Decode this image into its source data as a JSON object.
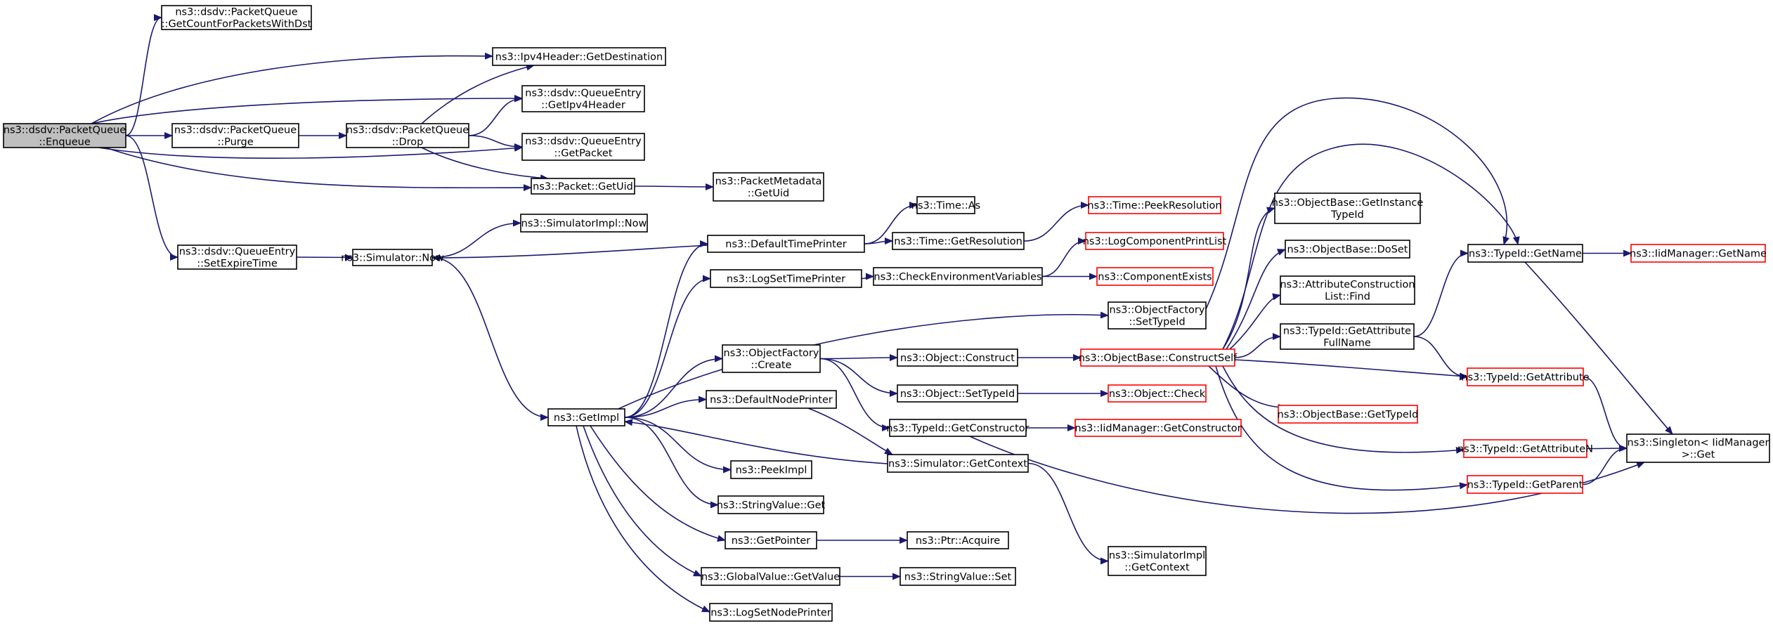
{
  "diagram": {
    "colors": {
      "edge": "#191970",
      "node_border": "#000000",
      "node_fill": "#ffffff",
      "truncated_border": "#ff0000",
      "root_fill": "#bfbfbf"
    },
    "nodes": [
      {
        "id": "enqueue",
        "lines": [
          "ns3::dsdv::PacketQueue",
          "::Enqueue"
        ],
        "style": "root"
      },
      {
        "id": "getcount",
        "lines": [
          "ns3::dsdv::PacketQueue",
          "::GetCountForPacketsWithDst"
        ]
      },
      {
        "id": "ipv4dest",
        "lines": [
          "ns3::Ipv4Header::GetDestination"
        ]
      },
      {
        "id": "qe_getipv4",
        "lines": [
          "ns3::dsdv::QueueEntry",
          "::GetIpv4Header"
        ]
      },
      {
        "id": "purge",
        "lines": [
          "ns3::dsdv::PacketQueue",
          "::Purge"
        ]
      },
      {
        "id": "drop",
        "lines": [
          "ns3::dsdv::PacketQueue",
          "::Drop"
        ]
      },
      {
        "id": "qe_getpacket",
        "lines": [
          "ns3::dsdv::QueueEntry",
          "::GetPacket"
        ]
      },
      {
        "id": "packet_getuid",
        "lines": [
          "ns3::Packet::GetUid"
        ]
      },
      {
        "id": "pmeta_getuid",
        "lines": [
          "ns3::PacketMetadata",
          "::GetUid"
        ]
      },
      {
        "id": "simimpl_now",
        "lines": [
          "ns3::SimulatorImpl::Now"
        ]
      },
      {
        "id": "setexpire",
        "lines": [
          "ns3::dsdv::QueueEntry",
          "::SetExpireTime"
        ]
      },
      {
        "id": "sim_now",
        "lines": [
          "ns3::Simulator::Now"
        ]
      },
      {
        "id": "defaulttime",
        "lines": [
          "ns3::DefaultTimePrinter"
        ]
      },
      {
        "id": "time_as",
        "lines": [
          "ns3::Time::As"
        ]
      },
      {
        "id": "time_getres",
        "lines": [
          "ns3::Time::GetResolution"
        ]
      },
      {
        "id": "time_peekres",
        "lines": [
          "ns3::Time::PeekResolution"
        ],
        "style": "truncated"
      },
      {
        "id": "logsettime",
        "lines": [
          "ns3::LogSetTimePrinter"
        ]
      },
      {
        "id": "checkenv",
        "lines": [
          "ns3::CheckEnvironmentVariables"
        ]
      },
      {
        "id": "logcomplist",
        "lines": [
          "ns3::LogComponentPrintList"
        ],
        "style": "truncated"
      },
      {
        "id": "compexists",
        "lines": [
          "ns3::ComponentExists"
        ],
        "style": "truncated"
      },
      {
        "id": "of_settypeid",
        "lines": [
          "ns3::ObjectFactory",
          "::SetTypeId"
        ]
      },
      {
        "id": "getimpl",
        "lines": [
          "ns3::GetImpl"
        ]
      },
      {
        "id": "of_create",
        "lines": [
          "ns3::ObjectFactory",
          "::Create"
        ]
      },
      {
        "id": "obj_construct",
        "lines": [
          "ns3::Object::Construct"
        ]
      },
      {
        "id": "ob_constructself",
        "lines": [
          "ns3::ObjectBase::ConstructSelf"
        ],
        "style": "truncated"
      },
      {
        "id": "obj_settypeid",
        "lines": [
          "ns3::Object::SetTypeId"
        ]
      },
      {
        "id": "obj_check",
        "lines": [
          "ns3::Object::Check"
        ],
        "style": "truncated"
      },
      {
        "id": "defaultnode",
        "lines": [
          "ns3::DefaultNodePrinter"
        ]
      },
      {
        "id": "tid_getconstructor",
        "lines": [
          "ns3::TypeId::GetConstructor"
        ]
      },
      {
        "id": "iid_getconstructor",
        "lines": [
          "ns3::IidManager::GetConstructor"
        ],
        "style": "truncated"
      },
      {
        "id": "sim_getcontext",
        "lines": [
          "ns3::Simulator::GetContext"
        ]
      },
      {
        "id": "peekimpl",
        "lines": [
          "ns3::PeekImpl"
        ]
      },
      {
        "id": "stringvalue_get",
        "lines": [
          "ns3::StringValue::Get"
        ]
      },
      {
        "id": "getpointer",
        "lines": [
          "ns3::GetPointer"
        ]
      },
      {
        "id": "ptr_acquire",
        "lines": [
          "ns3::Ptr::Acquire"
        ]
      },
      {
        "id": "gv_getvalue",
        "lines": [
          "ns3::GlobalValue::GetValue"
        ]
      },
      {
        "id": "stringvalue_set",
        "lines": [
          "ns3::StringValue::Set"
        ]
      },
      {
        "id": "logsetnode",
        "lines": [
          "ns3::LogSetNodePrinter"
        ]
      },
      {
        "id": "simimpl_getcontext",
        "lines": [
          "ns3::SimulatorImpl",
          "::GetContext"
        ]
      },
      {
        "id": "ob_getinstance",
        "lines": [
          "ns3::ObjectBase::GetInstance",
          "TypeId"
        ]
      },
      {
        "id": "ob_doset",
        "lines": [
          "ns3::ObjectBase::DoSet"
        ]
      },
      {
        "id": "acl_find",
        "lines": [
          "ns3::AttributeConstruction",
          "List::Find"
        ]
      },
      {
        "id": "tid_getattrfull",
        "lines": [
          "ns3::TypeId::GetAttribute",
          "FullName"
        ]
      },
      {
        "id": "ob_gettypeid",
        "lines": [
          "ns3::ObjectBase::GetTypeId"
        ],
        "style": "truncated"
      },
      {
        "id": "tid_getname",
        "lines": [
          "ns3::TypeId::GetName"
        ]
      },
      {
        "id": "iid_getname",
        "lines": [
          "ns3::IidManager::GetName"
        ],
        "style": "truncated"
      },
      {
        "id": "tid_getattribute",
        "lines": [
          "ns3::TypeId::GetAttribute"
        ],
        "style": "truncated"
      },
      {
        "id": "tid_getattrn",
        "lines": [
          "ns3::TypeId::GetAttributeN"
        ],
        "style": "truncated"
      },
      {
        "id": "tid_getparent",
        "lines": [
          "ns3::TypeId::GetParent"
        ],
        "style": "truncated"
      },
      {
        "id": "singleton_get",
        "lines": [
          "ns3::Singleton< IidManager",
          ">::Get"
        ]
      }
    ],
    "edges": [
      [
        "enqueue",
        "getcount"
      ],
      [
        "enqueue",
        "ipv4dest"
      ],
      [
        "enqueue",
        "qe_getipv4"
      ],
      [
        "enqueue",
        "purge"
      ],
      [
        "enqueue",
        "qe_getpacket"
      ],
      [
        "enqueue",
        "packet_getuid"
      ],
      [
        "enqueue",
        "setexpire"
      ],
      [
        "purge",
        "drop"
      ],
      [
        "drop",
        "ipv4dest"
      ],
      [
        "drop",
        "qe_getipv4"
      ],
      [
        "drop",
        "qe_getpacket"
      ],
      [
        "drop",
        "packet_getuid"
      ],
      [
        "packet_getuid",
        "pmeta_getuid"
      ],
      [
        "setexpire",
        "sim_now"
      ],
      [
        "sim_now",
        "simimpl_now"
      ],
      [
        "sim_now",
        "getimpl"
      ],
      [
        "defaulttime",
        "sim_now"
      ],
      [
        "defaulttime",
        "time_as"
      ],
      [
        "defaulttime",
        "time_getres"
      ],
      [
        "time_getres",
        "time_peekres"
      ],
      [
        "logsettime",
        "checkenv"
      ],
      [
        "checkenv",
        "logcomplist"
      ],
      [
        "checkenv",
        "compexists"
      ],
      [
        "of_settypeid",
        "tid_getname"
      ],
      [
        "getimpl",
        "defaulttime"
      ],
      [
        "getimpl",
        "logsettime"
      ],
      [
        "getimpl",
        "of_settypeid"
      ],
      [
        "getimpl",
        "of_create"
      ],
      [
        "getimpl",
        "defaultnode"
      ],
      [
        "getimpl",
        "peekimpl"
      ],
      [
        "getimpl",
        "stringvalue_get"
      ],
      [
        "getimpl",
        "getpointer"
      ],
      [
        "getimpl",
        "gv_getvalue"
      ],
      [
        "getimpl",
        "logsetnode"
      ],
      [
        "of_create",
        "obj_construct"
      ],
      [
        "of_create",
        "obj_settypeid"
      ],
      [
        "of_create",
        "tid_getconstructor"
      ],
      [
        "obj_construct",
        "ob_constructself"
      ],
      [
        "obj_settypeid",
        "obj_check"
      ],
      [
        "defaultnode",
        "sim_getcontext"
      ],
      [
        "tid_getconstructor",
        "iid_getconstructor"
      ],
      [
        "tid_getconstructor",
        "singleton_get"
      ],
      [
        "sim_getcontext",
        "getimpl"
      ],
      [
        "sim_getcontext",
        "simimpl_getcontext"
      ],
      [
        "getpointer",
        "ptr_acquire"
      ],
      [
        "gv_getvalue",
        "stringvalue_set"
      ],
      [
        "ob_constructself",
        "ob_getinstance"
      ],
      [
        "ob_constructself",
        "ob_doset"
      ],
      [
        "ob_constructself",
        "acl_find"
      ],
      [
        "ob_constructself",
        "tid_getattrfull"
      ],
      [
        "ob_constructself",
        "ob_gettypeid"
      ],
      [
        "ob_constructself",
        "tid_getname"
      ],
      [
        "ob_constructself",
        "tid_getattribute"
      ],
      [
        "ob_constructself",
        "tid_getattrn"
      ],
      [
        "ob_constructself",
        "tid_getparent"
      ],
      [
        "tid_getattrfull",
        "tid_getname"
      ],
      [
        "tid_getattrfull",
        "tid_getattribute"
      ],
      [
        "tid_getname",
        "iid_getname"
      ],
      [
        "tid_getname",
        "singleton_get"
      ],
      [
        "tid_getattribute",
        "singleton_get"
      ],
      [
        "tid_getattrn",
        "singleton_get"
      ],
      [
        "tid_getparent",
        "singleton_get"
      ]
    ]
  }
}
